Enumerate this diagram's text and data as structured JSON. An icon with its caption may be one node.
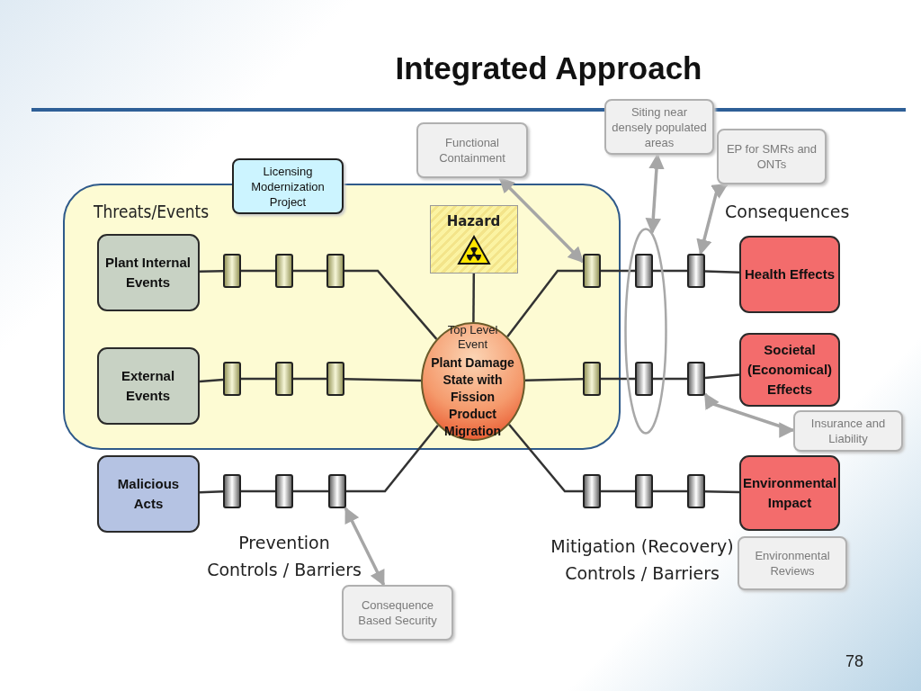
{
  "diagram": {
    "title": "Integrated Approach",
    "nodes": [
      {
        "text": [
          "Licensing Modernization Project"
        ]
      },
      {
        "text": [
          "Functional Containment"
        ]
      },
      {
        "text": [
          "Siting near densely populated areas"
        ]
      },
      {
        "text": [
          "EP for SMRs and ONTs"
        ]
      },
      {
        "text": [
          "Threats/Events"
        ]
      },
      {
        "text": [
          "Hazard"
        ],
        "in": 4
      },
      {
        "text": [],
        "shape": "ellipse"
      },
      {
        "text": [
          "Plant Internal Events"
        ],
        "in": 4
      },
      {
        "text": [],
        "shape": "box",
        "in": 4
      },
      {
        "text": [],
        "shape": "box",
        "in": 4
      },
      {
        "text": [],
        "shape": "box",
        "in": 4
      },
      {
        "text": [],
        "shape": "box",
        "in": 4
      },
      {
        "text": [],
        "shape": "box",
        "in": 6
      },
      {
        "text": [],
        "shape": "box"
      },
      {
        "text": [
          "Health Effects"
        ]
      },
      {
        "text": [
          "External Events"
        ],
        "in": 4
      },
      {
        "text": [],
        "shape": "box",
        "in": 4
      },
      {
        "text": [],
        "shape": "box",
        "in": 4
      },
      {
        "text": [],
        "shape": "box",
        "in": 4
      },
      {
        "text": [
          "Top Level Event",
          "Plant Damage State with Fission Product Migration"
        ],
        "in": 4
      },
      {
        "text": [],
        "shape": "box",
        "in": 4
      },
      {
        "text": [],
        "shape": "box",
        "in": 6
      },
      {
        "text": [],
        "shape": "box"
      },
      {
        "text": [
          "Societal (Economical) Effects"
        ]
      },
      {
        "text": [
          "Insurance and Liability"
        ]
      },
      {
        "text": [
          "Malicious Acts"
        ]
      },
      {
        "text": [],
        "shape": "box"
      },
      {
        "text": [],
        "shape": "box"
      },
      {
        "text": [],
        "shape": "box"
      },
      {
        "text": [],
        "shape": "box"
      },
      {
        "text": [],
        "shape": "box"
      },
      {
        "text": [],
        "shape": "box"
      },
      {
        "text": [
          "Environmental Impact"
        ]
      },
      {
        "text": [
          "Environmental Reviews"
        ]
      },
      {
        "text": [
          "Consequence Based Security"
        ]
      }
    ],
    "edges": [
      {
        "from": 7,
        "to": 8,
        "arrow": "none"
      },
      {
        "from": 8,
        "to": 9,
        "arrow": "none"
      },
      {
        "from": 9,
        "to": 10,
        "arrow": "none"
      },
      {
        "from": 10,
        "to": 19,
        "arrow": "none"
      },
      {
        "from": 15,
        "to": 16,
        "arrow": "none"
      },
      {
        "from": 16,
        "to": 17,
        "arrow": "none"
      },
      {
        "from": 17,
        "to": 18,
        "arrow": "none"
      },
      {
        "from": 18,
        "to": 19,
        "arrow": "none"
      },
      {
        "from": 25,
        "to": 26,
        "arrow": "none"
      },
      {
        "from": 26,
        "to": 27,
        "arrow": "none"
      },
      {
        "from": 27,
        "to": 28,
        "arrow": "none"
      },
      {
        "from": 28,
        "to": 19,
        "arrow": "none"
      },
      {
        "from": 19,
        "to": 11,
        "arrow": "none"
      },
      {
        "from": 11,
        "to": 12,
        "arrow": "none"
      },
      {
        "from": 12,
        "to": 13,
        "arrow": "none"
      },
      {
        "from": 13,
        "to": 14,
        "arrow": "none"
      },
      {
        "from": 19,
        "to": 20,
        "arrow": "none"
      },
      {
        "from": 20,
        "to": 21,
        "arrow": "none"
      },
      {
        "from": 21,
        "to": 22,
        "arrow": "none"
      },
      {
        "from": 22,
        "to": 23,
        "arrow": "none"
      },
      {
        "from": 19,
        "to": 29,
        "arrow": "none"
      },
      {
        "from": 29,
        "to": 30,
        "arrow": "none"
      },
      {
        "from": 30,
        "to": 31,
        "arrow": "none"
      },
      {
        "from": 31,
        "to": 32,
        "arrow": "none"
      },
      {
        "from": 5,
        "to": 19,
        "arrow": "none"
      },
      {
        "from": 1,
        "to": 11,
        "arrow": "both",
        "color": "#a6a6a6"
      },
      {
        "from": 2,
        "to": 6,
        "arrow": "both",
        "color": "#a6a6a6"
      },
      {
        "from": 3,
        "to": 13,
        "arrow": "both",
        "color": "#a6a6a6"
      },
      {
        "from": 24,
        "to": 22,
        "arrow": "both",
        "color": "#a6a6a6"
      },
      {
        "from": 34,
        "to": 28,
        "arrow": "both",
        "color": "#a6a6a6"
      }
    ],
    "labels": [
      "Consequences",
      "Prevention Controls / Barriers",
      "Mitigation (Recovery) Controls / Barriers",
      "78"
    ]
  }
}
